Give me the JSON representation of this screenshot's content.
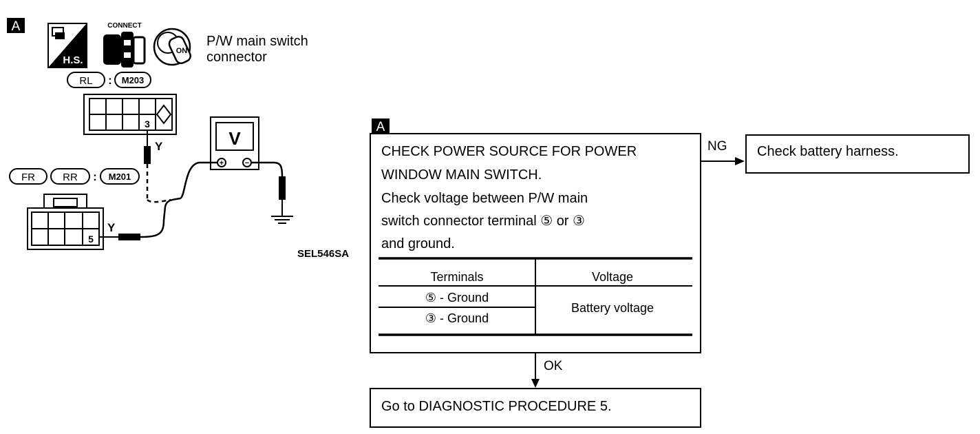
{
  "left_diagram": {
    "label_a": "A",
    "hs_label": "H.S.",
    "connect_label": "CONNECT",
    "on_label": "ON",
    "connector_title_line1": "P/W main switch",
    "connector_title_line2": "connector",
    "rl_label": "RL",
    "colon1": ":",
    "m203_label": "M203",
    "terminal_3": "3",
    "wire_y_top": "Y",
    "fr_label": "FR",
    "rr_label": "RR",
    "colon2": ":",
    "m201_label": "M201",
    "terminal_5": "5",
    "wire_y_bottom": "Y",
    "voltmeter_label": "V",
    "plus_sign": "+",
    "minus_sign": "−",
    "figure_code": "SEL546SA"
  },
  "flow": {
    "label_a": "A",
    "check_lines": [
      "CHECK POWER SOURCE FOR POWER",
      "WINDOW MAIN SWITCH.",
      "Check voltage between P/W main",
      "switch connector terminal ⑤ or ③",
      "and ground."
    ],
    "table": {
      "headers": [
        "Terminals",
        "Voltage"
      ],
      "rows": [
        "⑤ - Ground",
        "③ - Ground"
      ],
      "voltage_value": "Battery voltage"
    },
    "ng_label": "NG",
    "ng_result": "Check battery harness.",
    "ok_label": "OK",
    "ok_result": "Go to DIAGNOSTIC PROCEDURE 5."
  }
}
